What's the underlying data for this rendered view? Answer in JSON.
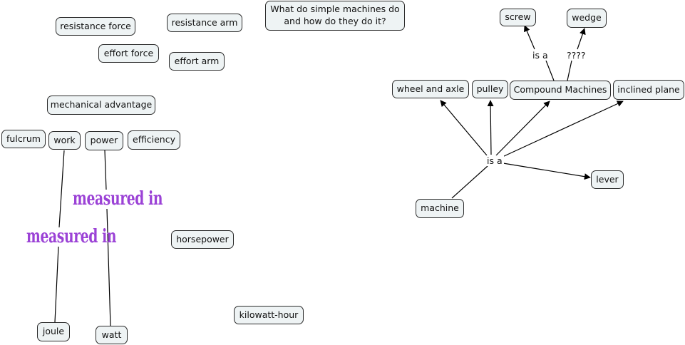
{
  "concepts": {
    "resistance_force": "resistance force",
    "resistance_arm": "resistance arm",
    "question": "What do simple machines do and how do they do it?",
    "screw": "screw",
    "wedge": "wedge",
    "effort_force": "effort force",
    "effort_arm": "effort arm",
    "wheel_and_axle": "wheel and axle",
    "pulley": "pulley",
    "compound_machines": "Compound Machines",
    "inclined_plane": "inclined plane",
    "mechanical_advantage": "mechanical advantage",
    "fulcrum": "fulcrum",
    "work": "work",
    "power": "power",
    "efficiency": "efficiency",
    "lever": "lever",
    "machine": "machine",
    "horsepower": "horsepower",
    "kilowatt_hour": "kilowatt-hour",
    "joule": "joule",
    "watt": "watt"
  },
  "link_labels": {
    "is_a_machine": "is a",
    "is_a_compound": "is a",
    "unknown_compound": "????",
    "measured_in_power": "measured in",
    "measured_in_work": "measured in"
  },
  "colors": {
    "node_fill": "#eef3f4",
    "node_border": "#2b2b2b",
    "link_line": "#000000",
    "highlight_label": "#9b42d6"
  }
}
